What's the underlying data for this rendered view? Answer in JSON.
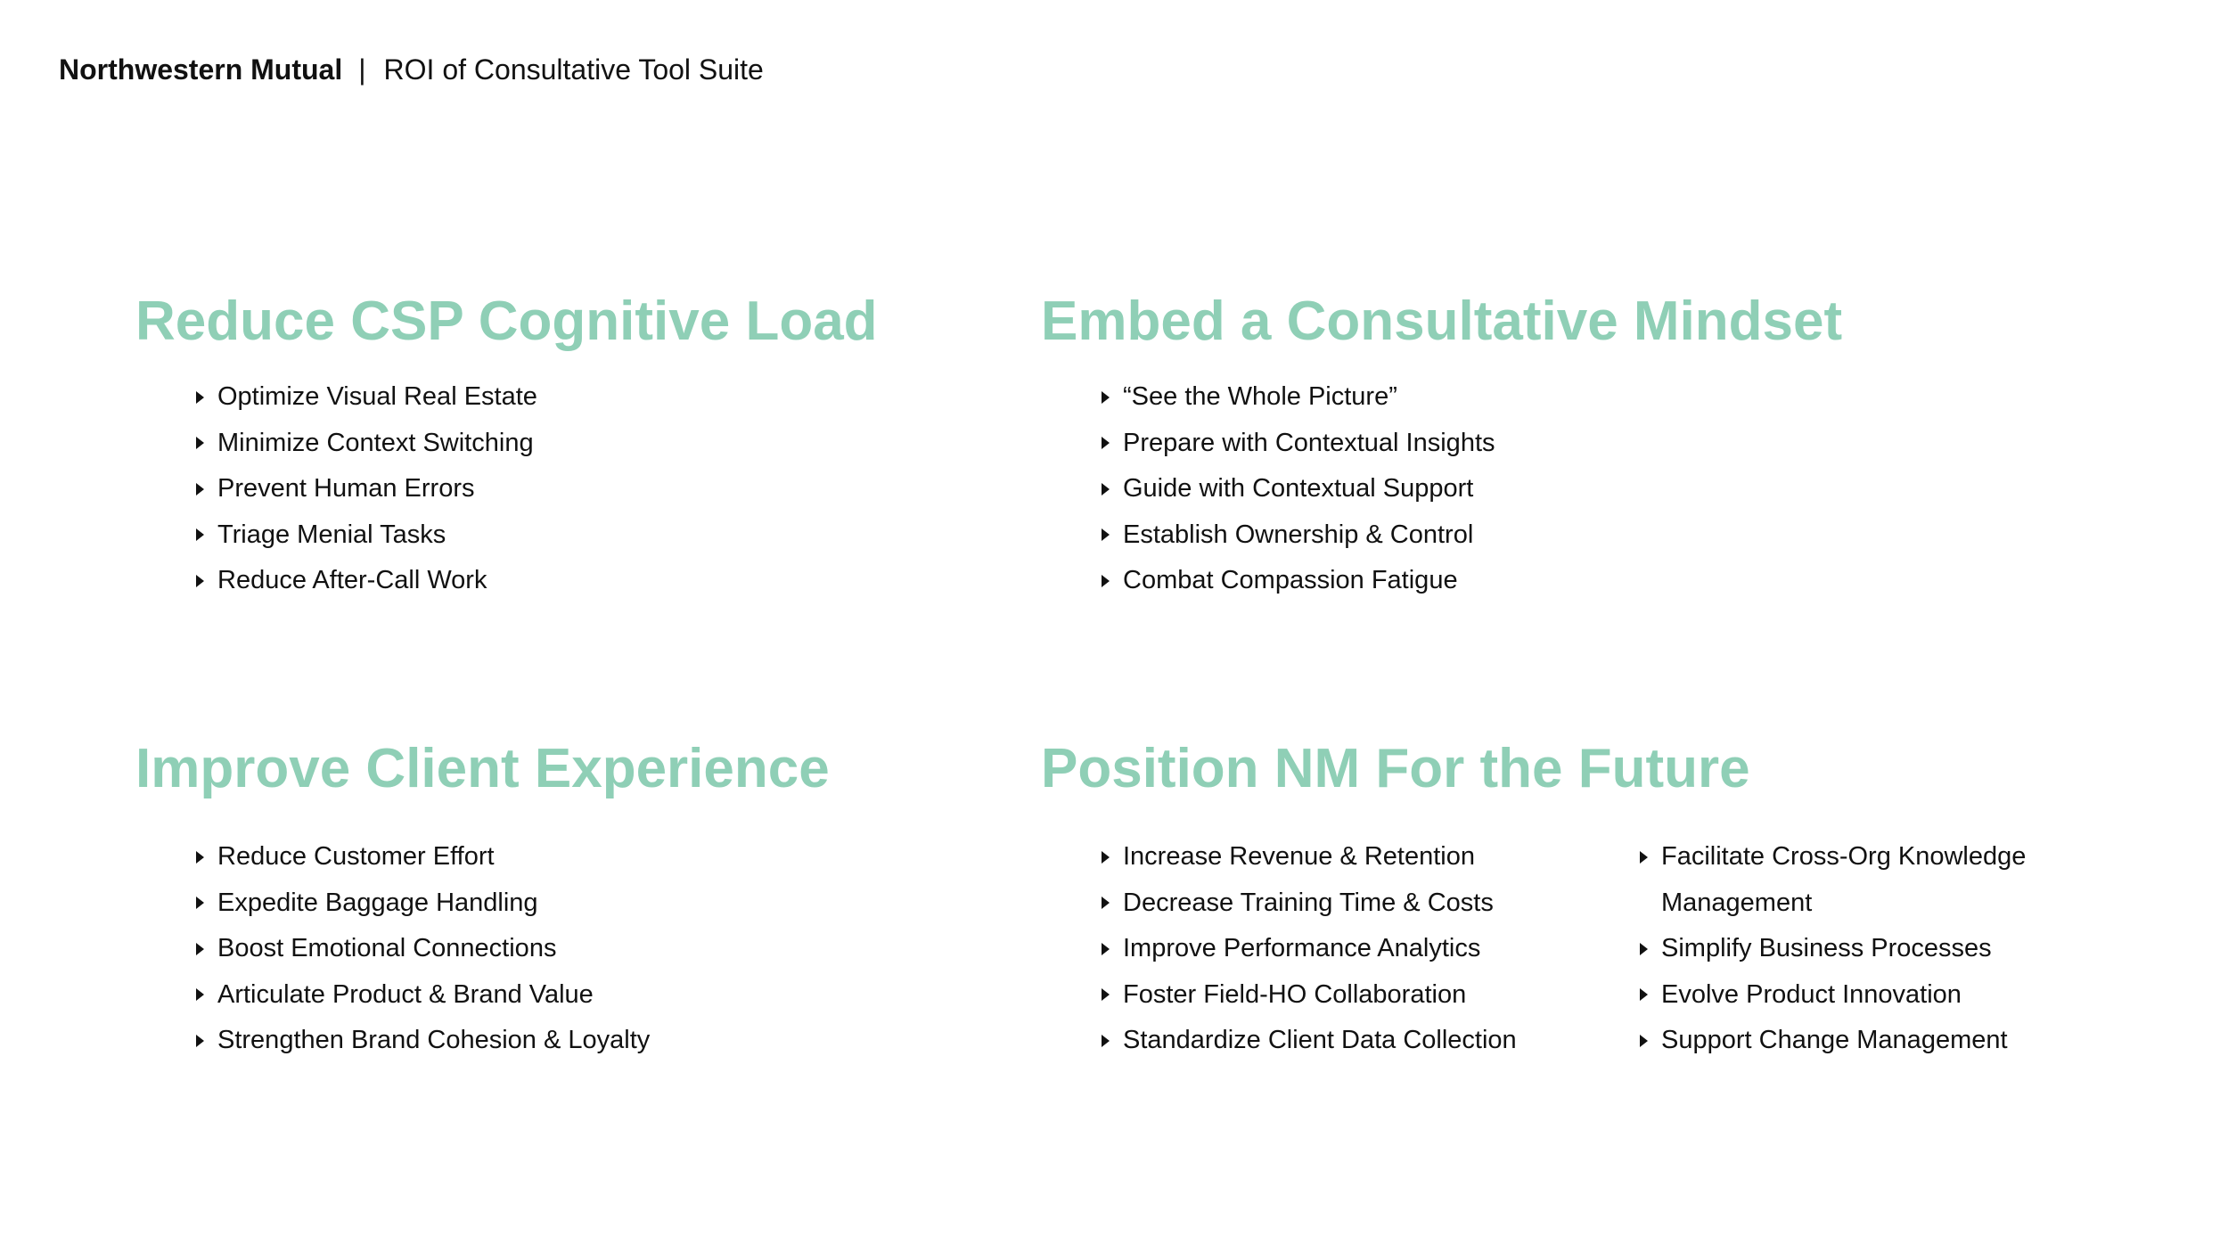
{
  "header": {
    "brand": "Northwestern Mutual",
    "separator": "|",
    "subtitle": "ROI of Consultative Tool Suite"
  },
  "theme": {
    "accent_color": "#8fcfb6",
    "text_color": "#111111",
    "bullet_icon": "triangle-right-icon"
  },
  "sections": {
    "reduce": {
      "title": "Reduce CSP Cognitive Load",
      "items": [
        "Optimize Visual Real Estate",
        "Minimize Context Switching",
        "Prevent Human Errors",
        "Triage Menial Tasks",
        "Reduce After-Call Work"
      ]
    },
    "embed": {
      "title": "Embed a Consultative Mindset",
      "items": [
        "“See the Whole Picture”",
        "Prepare with Contextual Insights",
        "Guide with Contextual Support",
        "Establish Ownership & Control",
        "Combat Compassion Fatigue"
      ]
    },
    "improve": {
      "title": "Improve Client Experience",
      "items": [
        "Reduce Customer Effort",
        "Expedite Baggage Handling",
        "Boost Emotional Connections",
        "Articulate Product & Brand Value",
        "Strengthen Brand Cohesion & Loyalty"
      ]
    },
    "position": {
      "title": "Position NM For the Future",
      "items_col1": [
        "Increase Revenue & Retention",
        "Decrease Training Time & Costs",
        "Improve Performance Analytics",
        "Foster Field-HO Collaboration",
        "Standardize Client Data Collection"
      ],
      "items_col2": [
        "Facilitate Cross-Org Knowledge Management",
        "Simplify Business Processes",
        "Evolve Product Innovation",
        "Support Change Management"
      ]
    }
  }
}
